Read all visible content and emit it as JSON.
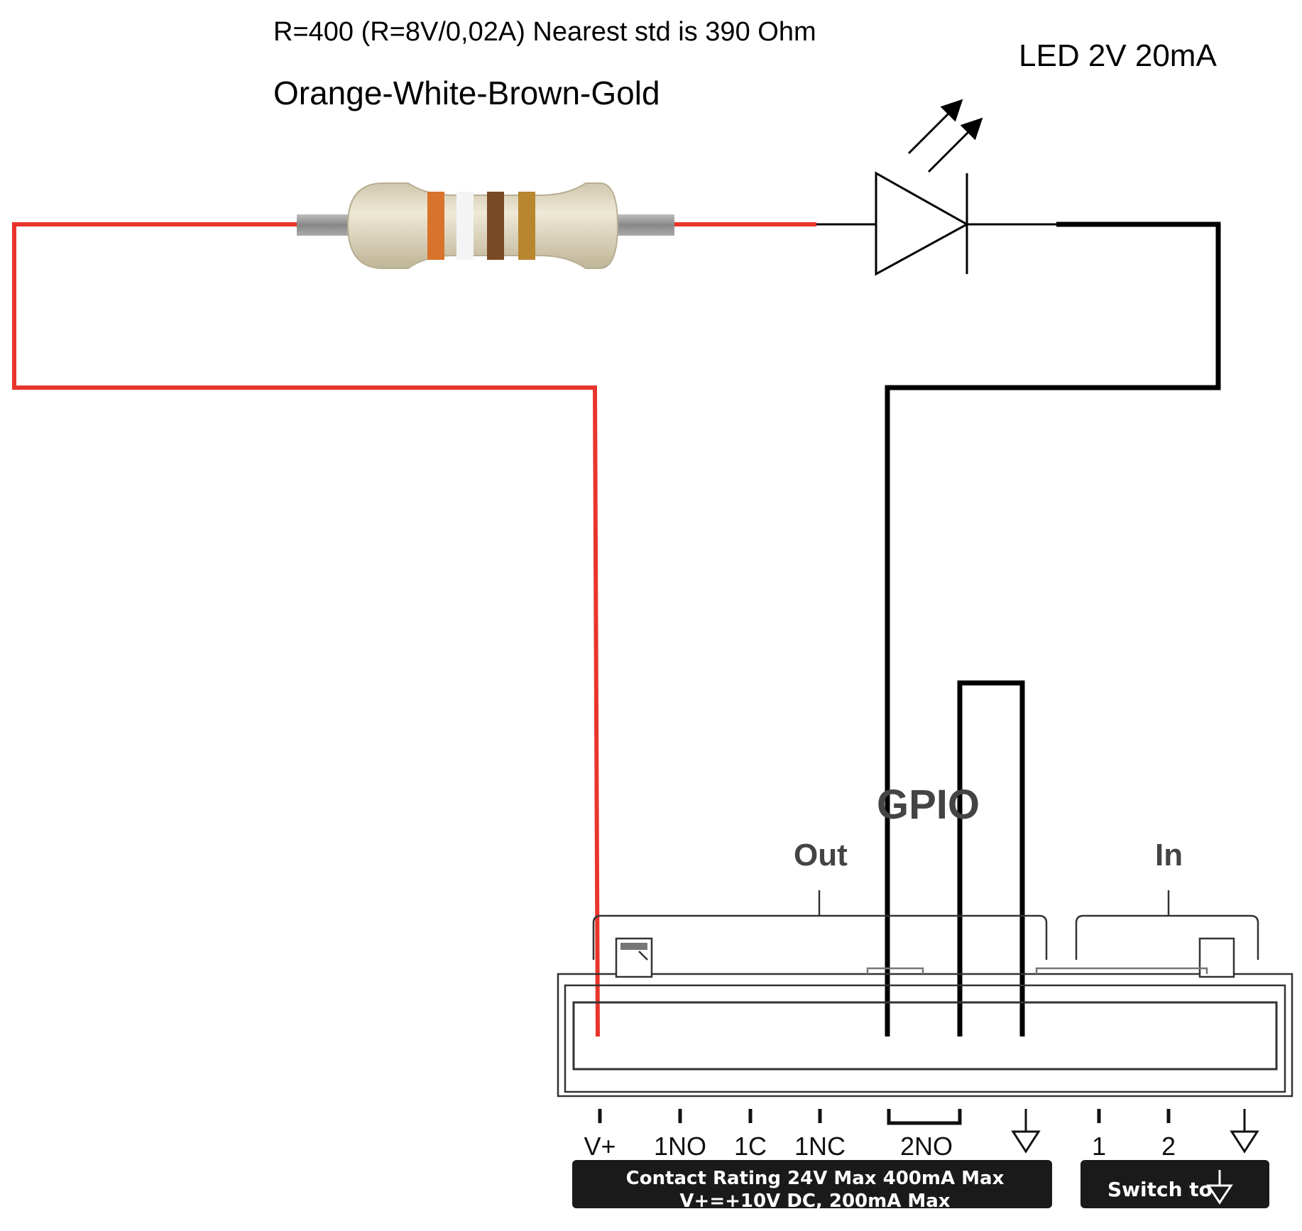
{
  "annotations": {
    "formula": "R=400 (R=8V/0,02A) Nearest std is 390 Ohm",
    "color_code": "Orange-White-Brown-Gold",
    "led_spec": "LED 2V 20mA"
  },
  "components": {
    "resistor": {
      "bands": [
        "Orange",
        "White",
        "Brown",
        "Gold"
      ]
    },
    "led": {
      "symbol": "light-emitting-diode"
    }
  },
  "gpio": {
    "title": "GPIO",
    "out_group": "Out",
    "in_group": "In",
    "terminals": {
      "vplus": "V+",
      "one_no": "1NO",
      "one_c": "1C",
      "one_nc": "1NC",
      "two_no": "2NO",
      "in_1": "1",
      "in_2": "2"
    },
    "rating_line1": "Contact Rating 24V Max 400mA Max",
    "rating_line2": "V+=+10V DC, 200mA Max",
    "switch_to": "Switch to"
  },
  "colors": {
    "wire_positive": "#e8352b",
    "wire_negative": "#000000",
    "band_orange": "#d8732c",
    "band_white": "#f4f4f4",
    "band_brown": "#7a4a24",
    "band_gold": "#b8862f",
    "resistor_body": "#e3dcc6",
    "lead_grey": "#9a9a9a",
    "banner": "#1a1a1a"
  },
  "icons": [
    "ground-icon"
  ]
}
